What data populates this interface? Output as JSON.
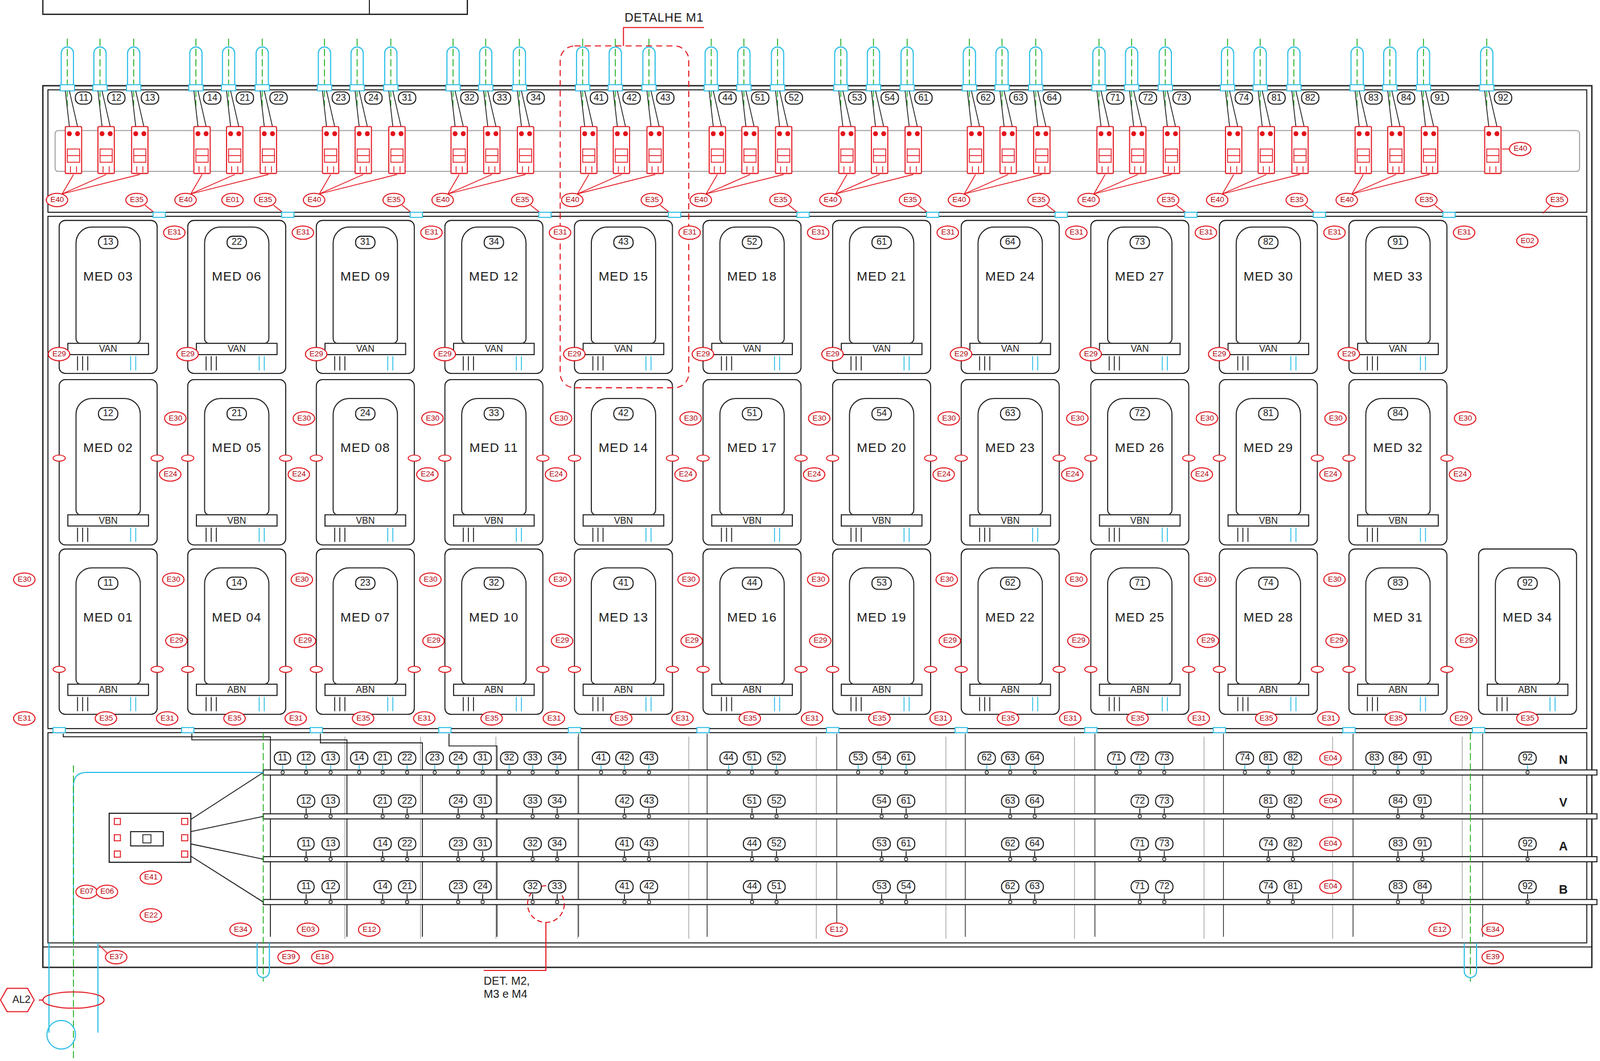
{
  "diagram": {
    "nodes": [
      {
        "text": [
          "13",
          "MED 03"
        ]
      },
      {
        "text": [
          "VAN"
        ],
        "in": 0
      },
      {
        "text": [
          "22",
          "MED 06"
        ]
      },
      {
        "text": [
          "VAN"
        ],
        "in": 2
      },
      {
        "text": [
          "31",
          "MED 09"
        ]
      },
      {
        "text": [
          "VAN"
        ],
        "in": 4
      },
      {
        "text": [
          "34",
          "MED 12"
        ]
      },
      {
        "text": [
          "VAN"
        ],
        "in": 6
      },
      {
        "text": [
          "43",
          "MED 15"
        ]
      },
      {
        "text": [
          "VAN"
        ],
        "in": 8
      },
      {
        "text": [
          "52",
          "MED 18"
        ]
      },
      {
        "text": [
          "VAN"
        ],
        "in": 10
      },
      {
        "text": [
          "61",
          "MED 21"
        ]
      },
      {
        "text": [
          "VAN"
        ],
        "in": 12
      },
      {
        "text": [
          "64",
          "MED 24"
        ]
      },
      {
        "text": [
          "VAN"
        ],
        "in": 14
      },
      {
        "text": [
          "73",
          "MED 27"
        ]
      },
      {
        "text": [
          "VAN"
        ],
        "in": 16
      },
      {
        "text": [
          "82",
          "MED 30"
        ]
      },
      {
        "text": [
          "VAN"
        ],
        "in": 18
      },
      {
        "text": [
          "91",
          "MED 33"
        ]
      },
      {
        "text": [
          "VAN"
        ],
        "in": 20
      },
      {
        "text": [
          "12",
          "MED 02"
        ]
      },
      {
        "text": [
          "VBN"
        ],
        "in": 22
      },
      {
        "text": [
          "21",
          "MED 05"
        ]
      },
      {
        "text": [
          "VBN"
        ],
        "in": 24
      },
      {
        "text": [
          "24",
          "MED 08"
        ]
      },
      {
        "text": [
          "VBN"
        ],
        "in": 26
      },
      {
        "text": [
          "33",
          "MED 11"
        ]
      },
      {
        "text": [
          "VBN"
        ],
        "in": 28
      },
      {
        "text": [
          "42",
          "MED 14"
        ]
      },
      {
        "text": [
          "VBN"
        ],
        "in": 30
      },
      {
        "text": [
          "51",
          "MED 17"
        ]
      },
      {
        "text": [
          "VBN"
        ],
        "in": 32
      },
      {
        "text": [
          "54",
          "MED 20"
        ]
      },
      {
        "text": [
          "VBN"
        ],
        "in": 34
      },
      {
        "text": [
          "63",
          "MED 23"
        ]
      },
      {
        "text": [
          "VBN"
        ],
        "in": 36
      },
      {
        "text": [
          "72",
          "MED 26"
        ]
      },
      {
        "text": [
          "VBN"
        ],
        "in": 38
      },
      {
        "text": [
          "81",
          "MED 29"
        ]
      },
      {
        "text": [
          "VBN"
        ],
        "in": 40
      },
      {
        "text": [
          "84",
          "MED 32"
        ]
      },
      {
        "text": [
          "VBN"
        ],
        "in": 42
      },
      {
        "text": [
          "11",
          "MED 01"
        ]
      },
      {
        "text": [
          "ABN"
        ],
        "in": 44
      },
      {
        "text": [
          "14",
          "MED 04"
        ]
      },
      {
        "text": [
          "ABN"
        ],
        "in": 46
      },
      {
        "text": [
          "23",
          "MED 07"
        ]
      },
      {
        "text": [
          "ABN"
        ],
        "in": 48
      },
      {
        "text": [
          "32",
          "MED 10"
        ]
      },
      {
        "text": [
          "ABN"
        ],
        "in": 50
      },
      {
        "text": [
          "41",
          "MED 13"
        ]
      },
      {
        "text": [
          "ABN"
        ],
        "in": 52
      },
      {
        "text": [
          "44",
          "MED 16"
        ]
      },
      {
        "text": [
          "ABN"
        ],
        "in": 54
      },
      {
        "text": [
          "53",
          "MED 19"
        ]
      },
      {
        "text": [
          "ABN"
        ],
        "in": 56
      },
      {
        "text": [
          "62",
          "MED 22"
        ]
      },
      {
        "text": [
          "ABN"
        ],
        "in": 58
      },
      {
        "text": [
          "71",
          "MED 25"
        ]
      },
      {
        "text": [
          "ABN"
        ],
        "in": 60
      },
      {
        "text": [
          "74",
          "MED 28"
        ]
      },
      {
        "text": [
          "ABN"
        ],
        "in": 62
      },
      {
        "text": [
          "83",
          "MED 31"
        ]
      },
      {
        "text": [
          "ABN"
        ],
        "in": 64
      },
      {
        "text": [
          "92",
          "MED 34"
        ]
      },
      {
        "text": [
          "ABN"
        ],
        "in": 66
      },
      {
        "text": [
          "AL2"
        ]
      }
    ],
    "labels": [
      "DETALHE M1",
      "11",
      "12",
      "13",
      "14",
      "21",
      "22",
      "23",
      "24",
      "31",
      "32",
      "33",
      "34",
      "41",
      "42",
      "43",
      "44",
      "51",
      "52",
      "53",
      "54",
      "61",
      "62",
      "63",
      "64",
      "71",
      "72",
      "73",
      "74",
      "81",
      "82",
      "83",
      "84",
      "91",
      "92",
      "E40",
      "E35",
      "E40",
      "E01",
      "E35",
      "E40",
      "E35",
      "E40",
      "E35",
      "E40",
      "E35",
      "E40",
      "E35",
      "E40",
      "E35",
      "E40",
      "E35",
      "E40",
      "E35",
      "E40",
      "E35",
      "E40",
      "E35",
      "E40",
      "E35",
      "E31",
      "E31",
      "E31",
      "E31",
      "E31",
      "E31",
      "E31",
      "E31",
      "E31",
      "E31",
      "E31",
      "E02",
      "E29",
      "E29",
      "E29",
      "E29",
      "E29",
      "E29",
      "E29",
      "E29",
      "E29",
      "E29",
      "E29",
      "E30",
      "E30",
      "E30",
      "E30",
      "E30",
      "E30",
      "E30",
      "E30",
      "E30",
      "E30",
      "E30",
      "E24",
      "E24",
      "E24",
      "E24",
      "E24",
      "E24",
      "E24",
      "E24",
      "E24",
      "E24",
      "E24",
      "E30",
      "E30",
      "E30",
      "E30",
      "E30",
      "E30",
      "E30",
      "E30",
      "E30",
      "E30",
      "E30",
      "E29",
      "E29",
      "E29",
      "E29",
      "E29",
      "E29",
      "E29",
      "E29",
      "E29",
      "E29",
      "E29",
      "E31",
      "E35",
      "E31",
      "E35",
      "E31",
      "E35",
      "E31",
      "E35",
      "E31",
      "E35",
      "E31",
      "E35",
      "E31",
      "E35",
      "E31",
      "E35",
      "E31",
      "E35",
      "E31",
      "E35",
      "E31",
      "E35",
      "E29",
      "E35",
      "11",
      "12",
      "13",
      "14",
      "21",
      "22",
      "23",
      "24",
      "31",
      "32",
      "33",
      "34",
      "41",
      "42",
      "43",
      "44",
      "51",
      "52",
      "53",
      "54",
      "61",
      "62",
      "63",
      "64",
      "71",
      "72",
      "73",
      "74",
      "81",
      "82",
      "E04",
      "83",
      "84",
      "91",
      "92",
      "12",
      "13",
      "21",
      "22",
      "24",
      "31",
      "33",
      "34",
      "42",
      "43",
      "51",
      "52",
      "54",
      "61",
      "63",
      "64",
      "72",
      "73",
      "81",
      "82",
      "E04",
      "84",
      "91",
      "11",
      "13",
      "14",
      "22",
      "23",
      "31",
      "32",
      "34",
      "41",
      "43",
      "44",
      "52",
      "53",
      "61",
      "62",
      "64",
      "71",
      "73",
      "74",
      "82",
      "E04",
      "83",
      "91",
      "92",
      "11",
      "12",
      "14",
      "21",
      "23",
      "24",
      "32",
      "33",
      "41",
      "42",
      "44",
      "51",
      "53",
      "54",
      "62",
      "63",
      "71",
      "72",
      "74",
      "81",
      "E04",
      "83",
      "84",
      "92",
      "N",
      "V",
      "A",
      "B",
      "E41",
      "E07",
      "E06",
      "E22",
      "E34",
      "E03",
      "E12",
      "E39",
      "E18",
      "E37",
      "E12",
      "E12",
      "E34",
      "E39",
      "DET. M2, M3 e M4"
    ]
  }
}
